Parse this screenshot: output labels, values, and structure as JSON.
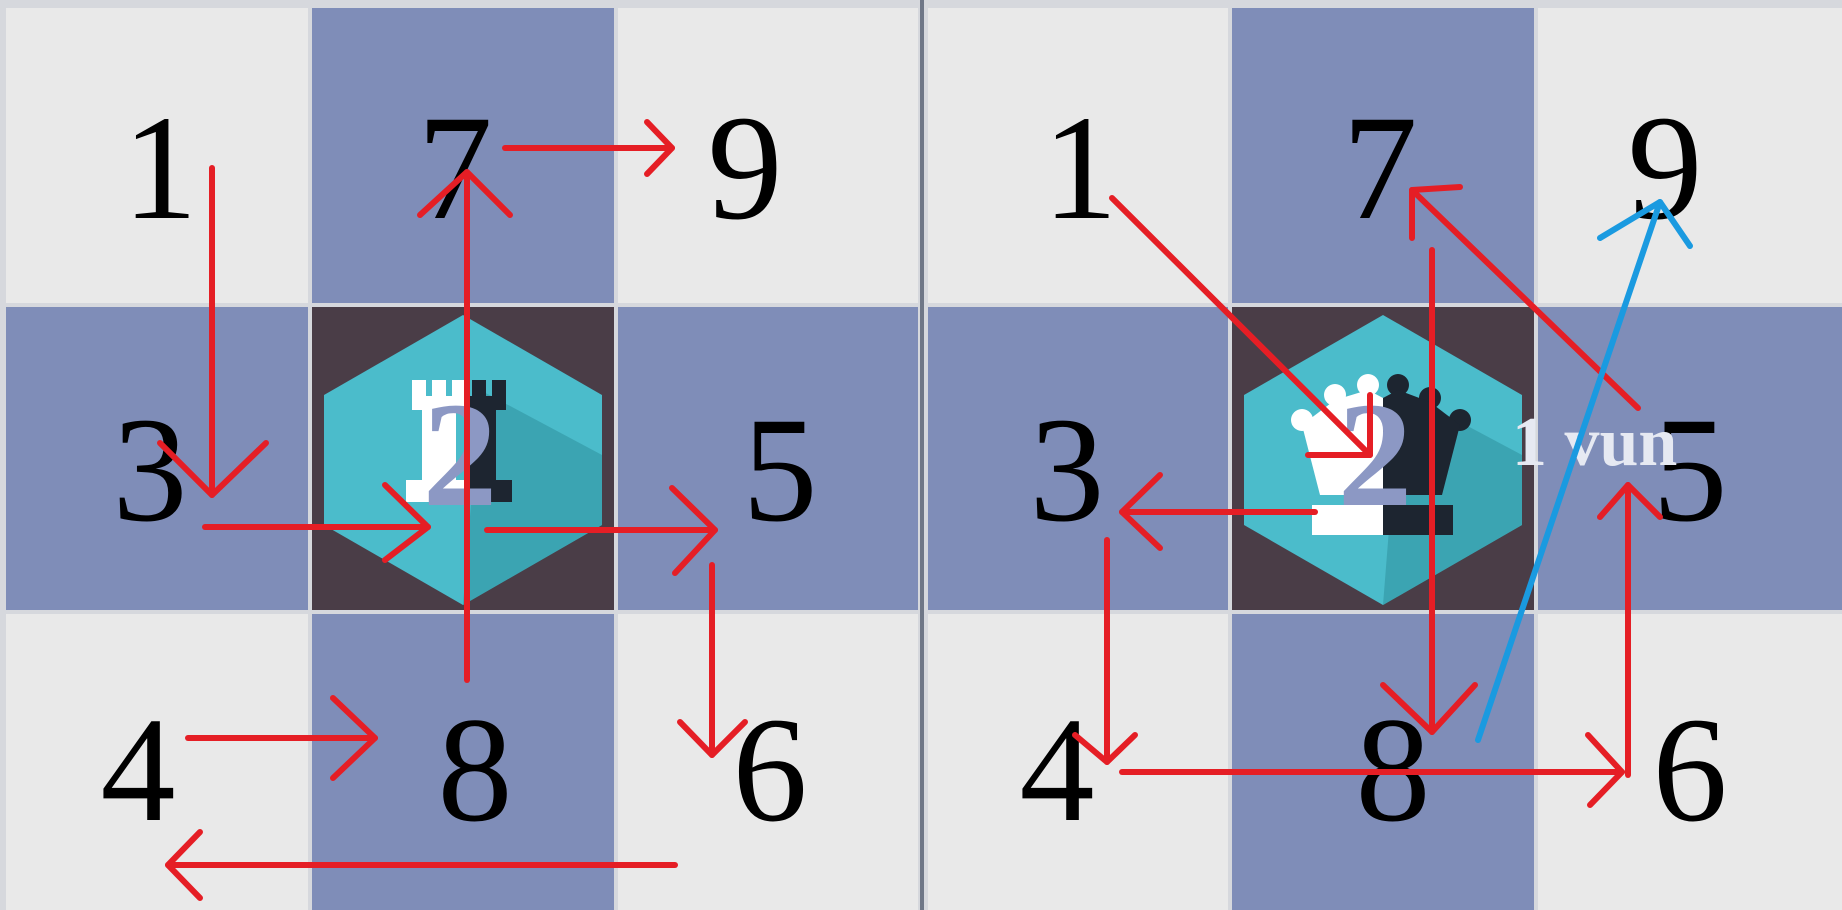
{
  "colors": {
    "light_square": "#e9e9e9",
    "dark_square": "#7f8db8",
    "center_square": "#4a3d47",
    "hex_piece": "#4bbccb",
    "hex_shadow": "#349aa6",
    "arrow_red": "#e51e25",
    "arrow_blue": "#1a9ae0",
    "glyph_dark": "#1d2530"
  },
  "left_board": {
    "piece_icon": "rook-icon",
    "cells": [
      "1",
      "7",
      "9",
      "3",
      "2",
      "5",
      "4",
      "8",
      "6"
    ]
  },
  "right_board": {
    "piece_icon": "king-icon",
    "cells": [
      "1",
      "7",
      "9",
      "3",
      "2",
      "5",
      "4",
      "8",
      "6"
    ],
    "annotation": "1 vun"
  }
}
